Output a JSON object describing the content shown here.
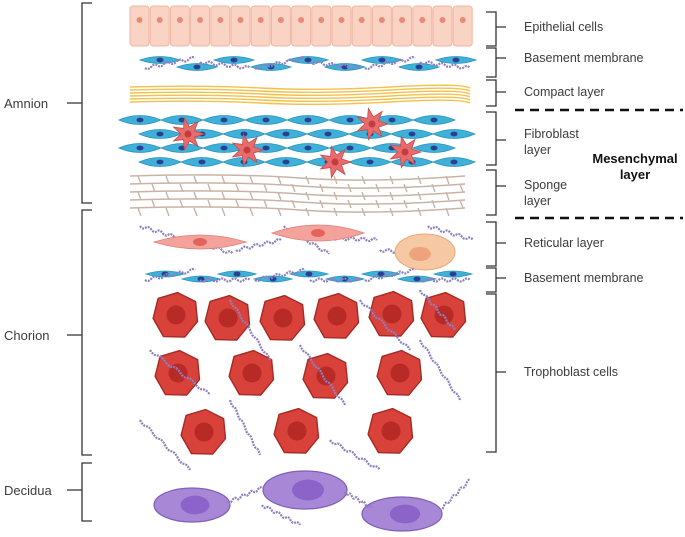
{
  "regions": {
    "amnion": "Amnion",
    "chorion": "Chorion",
    "decidua": "Decidua"
  },
  "layers": {
    "epithelial": "Epithelial cells",
    "basement_amnion": "Basement membrane",
    "compact": "Compact layer",
    "fibroblast_1": "Fibroblast",
    "fibroblast_2": "layer",
    "sponge_1": "Sponge",
    "sponge_2": "layer",
    "reticular": "Reticular layer",
    "basement_chorion": "Basement membrane",
    "trophoblast": "Trophoblast cells"
  },
  "group": {
    "mesenchymal_1": "Mesenchymal",
    "mesenchymal_2": "layer"
  },
  "colors": {
    "epithelial_fill": "#f9d3c3",
    "epithelial_nucleus": "#e98a78",
    "fibroblast_blue": "#3fb0d8",
    "nucleus_navy": "#2a3f8f",
    "star_cell": "#e86c6c",
    "compact_yellow": "#f2c14e",
    "sponge_line": "#c9b3a6",
    "fiber_purple": "#8e7fc0",
    "trophoblast_red": "#d8423a",
    "trophoblast_nucleus": "#b82a26",
    "decidua_purple": "#a888d6",
    "bracket": "#333333"
  }
}
